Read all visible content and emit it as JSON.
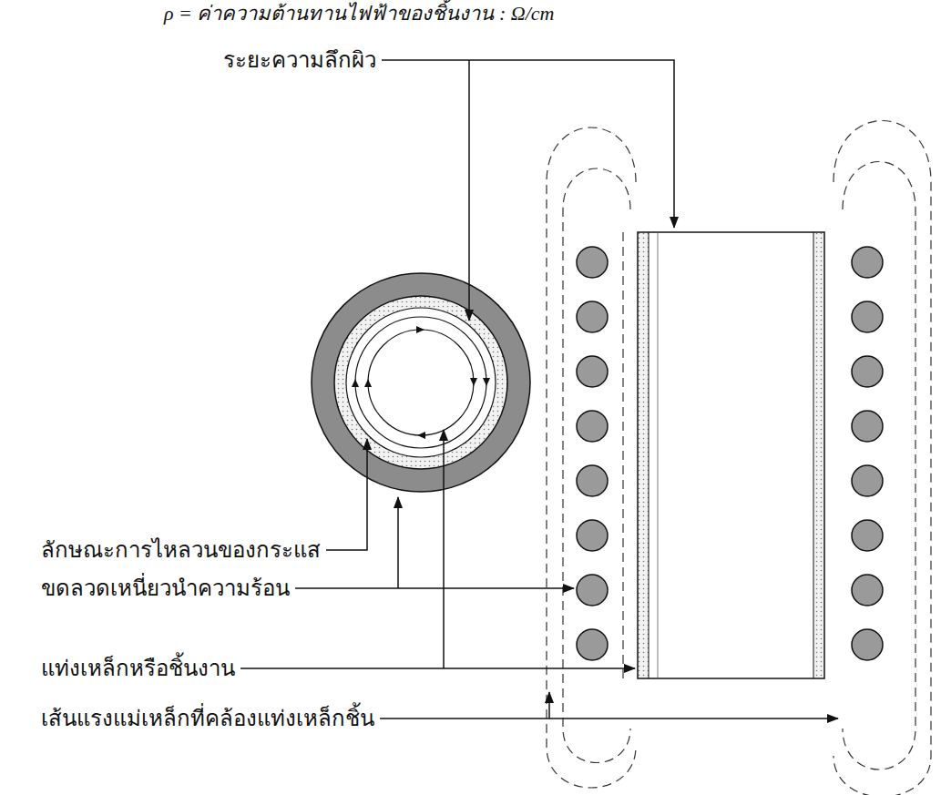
{
  "diagram": {
    "labels": [
      "ρ = ค่าความต้านทานไฟฟ้าของชิ้นงาน : Ω/cm",
      "ระยะความลึกผิว",
      "ลักษณะการไหลวนของกระแส",
      "ขดลวดเหนี่ยวนำความร้อน",
      "แท่งเหล็กหรือชิ้นงาน",
      "เส้นแรงแม่เหล็กที่คล้องแท่งเหล็กชิ้น"
    ]
  }
}
